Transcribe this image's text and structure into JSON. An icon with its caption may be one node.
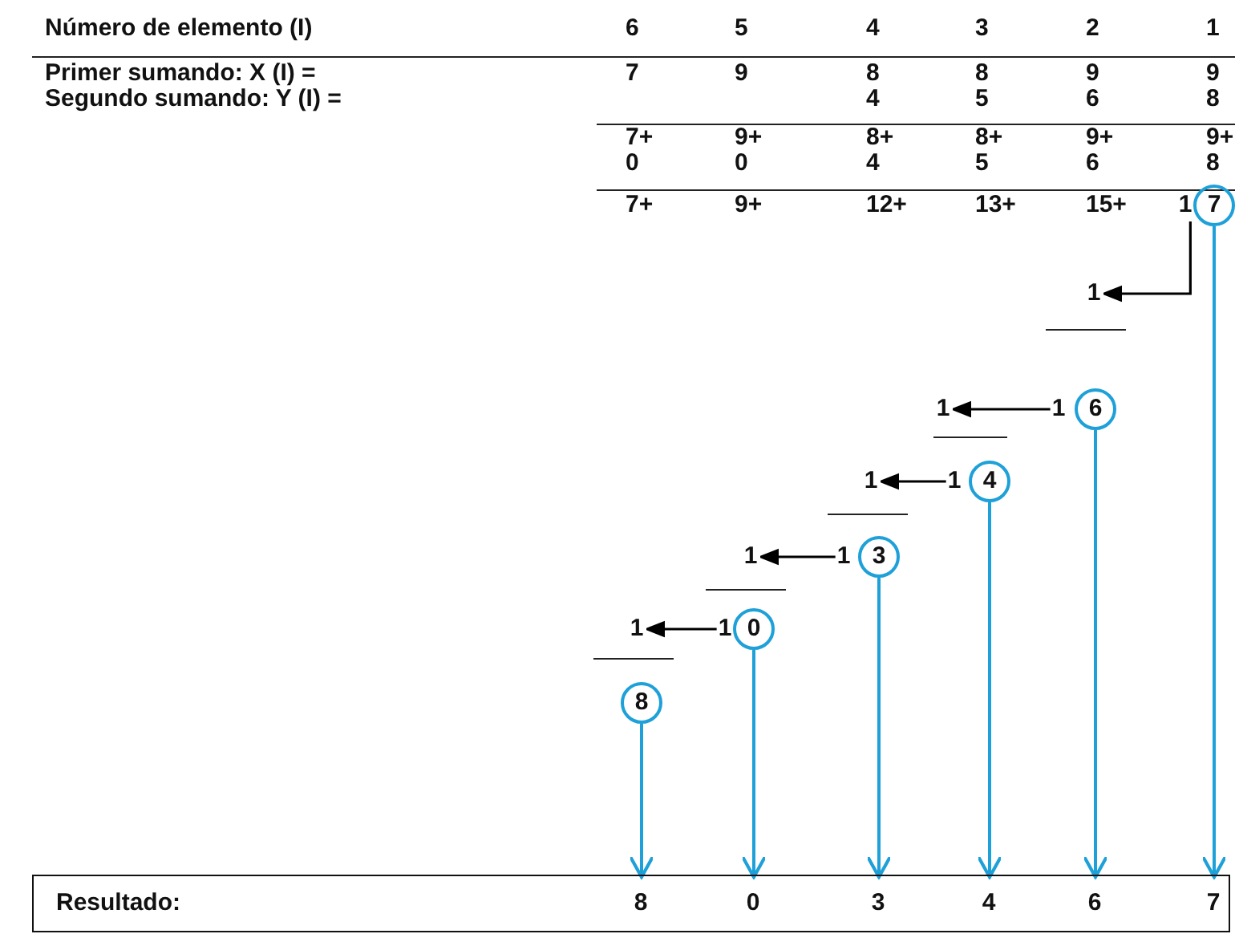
{
  "diagram": {
    "nodes": [
      {
        "text": [
          "1"
        ]
      },
      {
        "text": [
          "7"
        ]
      },
      {
        "text": [
          "1"
        ]
      },
      {
        "text": [
          "1"
        ]
      },
      {
        "text": [
          "1"
        ]
      },
      {
        "text": [
          "6"
        ]
      },
      {
        "text": [
          "1"
        ]
      },
      {
        "text": [
          "1"
        ]
      },
      {
        "text": [
          "4"
        ]
      },
      {
        "text": [
          "1"
        ]
      },
      {
        "text": [
          "1"
        ]
      },
      {
        "text": [
          "3"
        ]
      },
      {
        "text": [
          "1"
        ]
      },
      {
        "text": [
          "1"
        ]
      },
      {
        "text": [
          "0"
        ]
      },
      {
        "text": [
          "8"
        ]
      },
      {
        "text": [
          "Resultado:"
        ]
      },
      {
        "text": [
          "8"
        ],
        "in": 16
      },
      {
        "text": [
          "0"
        ],
        "in": 16
      },
      {
        "text": [
          "3"
        ],
        "in": 16
      },
      {
        "text": [
          "4"
        ],
        "in": 16
      },
      {
        "text": [
          "6"
        ],
        "in": 16
      },
      {
        "text": [
          "7"
        ],
        "in": 16
      }
    ],
    "edges": [
      {
        "from": 0,
        "to": 2,
        "arrow": "to",
        "color": "#000000"
      },
      {
        "from": 4,
        "to": 3,
        "arrow": "to",
        "color": "#000000"
      },
      {
        "from": 7,
        "to": 6,
        "arrow": "to",
        "color": "#000000"
      },
      {
        "from": 10,
        "to": 9,
        "arrow": "to",
        "color": "#000000"
      },
      {
        "from": 13,
        "to": 12,
        "arrow": "to",
        "color": "#000000"
      },
      {
        "from": 15,
        "to": 17,
        "arrow": "to"
      },
      {
        "from": 14,
        "to": 18,
        "arrow": "to"
      },
      {
        "from": 11,
        "to": 19,
        "arrow": "to"
      },
      {
        "from": 8,
        "to": 20,
        "arrow": "to"
      },
      {
        "from": 5,
        "to": 21,
        "arrow": "to"
      },
      {
        "from": 1,
        "to": 22,
        "arrow": "to"
      }
    ],
    "labels": [
      "Número de elemento (I)",
      "6",
      "5",
      "4",
      "3",
      "2",
      "1",
      "Primer sumando: X (I) =",
      "7",
      "9",
      "8",
      "8",
      "9",
      "9",
      "Segundo sumando: Y (I) =",
      "4",
      "5",
      "6",
      "8",
      "7+",
      "9+",
      "8+",
      "8+",
      "9+",
      "9+",
      "0",
      "0",
      "4",
      "5",
      "6",
      "8",
      "7+",
      "9+",
      "12+",
      "13+",
      "15+"
    ]
  }
}
